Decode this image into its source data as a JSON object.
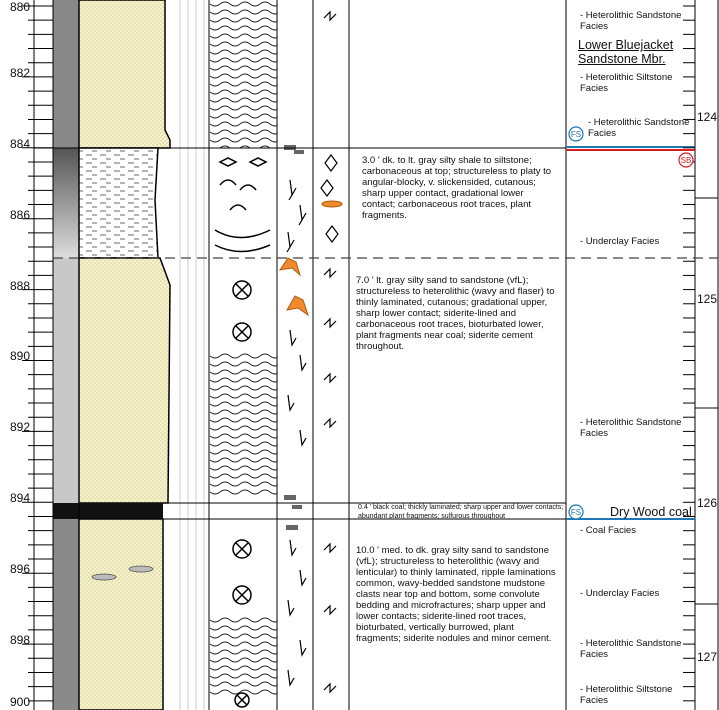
{
  "depth_ticks": [
    "880",
    "882",
    "884",
    "886",
    "888",
    "890",
    "892",
    "894",
    "896",
    "898",
    "900"
  ],
  "right_ticks": [
    "124",
    "125",
    "126",
    "127"
  ],
  "member_name": "Lower Bluejacket Sandstone Mbr.",
  "coal_name": "Dry Wood coal",
  "markers": {
    "fs": "FS",
    "sb": "SB"
  },
  "facies": [
    "- Heterolithic Sandstone Facies",
    "- Heterolithic Siltstone Facies",
    "- Heterolithic Sandstone Facies",
    "- Underclay Facies",
    "- Heterolithic Sandstone Facies",
    "- Coal Facies",
    "- Underclay Facies",
    "- Heterolithic Sandstone Facies",
    "- Heterolithic Siltstone Facies"
  ],
  "descriptions": [
    "3.0 ' dk. to lt. gray silty shale to siltstone; carbonaceous at top; structureless to platy to angular-blocky, v. slickensided, cutanous; sharp upper contact, gradational lower contact; carbonaceous root traces, plant fragments.",
    "7.0 ' lt. gray silty sand to sandstone (vfL); structureless to heterolithic (wavy and flaser) to thinly laminated, cutanous; gradational upper, sharp lower contact; siderite-lined and carbonaceous root traces, bioturbated lower, plant fragments near coal; siderite cement throughout.",
    "0.4 ' black coal; thickly laminated; sharp upper and lower contacts; abundant plant fragments; sulfurous throughout",
    "10.0 ' med. to dk. gray silty sand to sandstone (vfL); structureless to heterolithic (wavy and lenticular) to thinly laminated, ripple laminations common, wavy-bedded sandstone mudstone clasts near top and bottom, some convolute bedding and microfractures; sharp upper and lower contacts; siderite-lined root traces, bioturbated, vertically burrowed, plant fragments; siderite nodules and minor cement."
  ],
  "colors": {
    "sand": "#f7f3c7",
    "coal": "#111111",
    "sb_red": "#d62020",
    "fs_blue": "#1f77b4",
    "nodule": "#f08a2c"
  }
}
